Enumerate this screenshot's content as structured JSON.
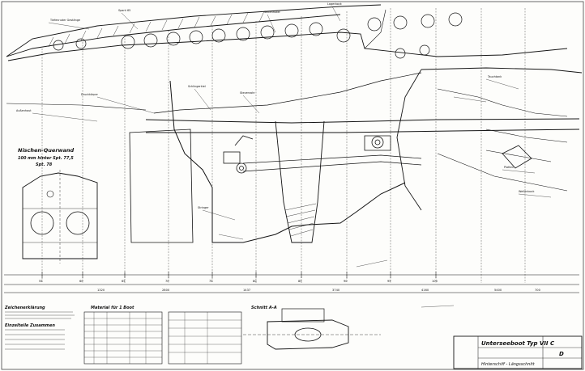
{
  "drawing": {
    "top_labels": {
      "niche_upper": "Nischen-Querwand",
      "niche_lower": "100 mm hinter Spt. 77,5",
      "niche_sub": "Spt. 78",
      "title_block_main": "Unterseeboot Typ VII C",
      "title_block_sub": "Hinterschiff - Längsschnitt",
      "section_a": "Schnitt A-A",
      "drawing_number": "D",
      "legend_title": "Zeichenerklärung",
      "material_title": "Material für 1 Boot",
      "parts_title": "Einzelteile Zusammen"
    },
    "frame_numbers": [
      "55",
      "60",
      "65",
      "70",
      "75",
      "80",
      "85",
      "90",
      "95",
      "100"
    ],
    "dimension_labels": [
      "1437",
      "3740",
      "4160",
      "5400",
      "1320",
      "2800",
      "700"
    ],
    "callouts": [
      "Tiefenruder Gestänge",
      "Spant 65",
      "Seitenruder",
      "Lagerbock",
      "Schlingerkiel",
      "Stevenrohr",
      "Druckkörper",
      "Außenhaut",
      "Tauchtank",
      "Stringer",
      "Platten",
      "Wellenbock"
    ]
  },
  "colors": {
    "ink": "#141414",
    "paper": "#fdfdfb"
  }
}
